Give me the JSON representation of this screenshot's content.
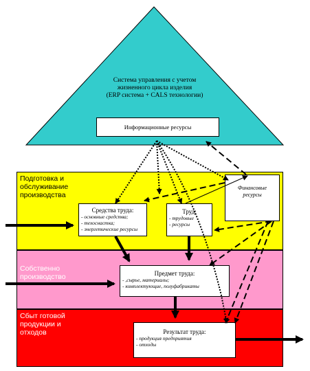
{
  "triangle": {
    "title": "Система управления с учетом\nжизненного цикла изделия\n(ERP система + CALS технологии)",
    "color": "#33CCCC"
  },
  "info_box": {
    "label": "Информационные ресурсы"
  },
  "bands": [
    {
      "label": "Подготовка и\nобслуживание\nпроизводства",
      "color": "#FFFF00",
      "label_color": "#000000"
    },
    {
      "label": "Собственно\nпроизводство",
      "color": "#FF99CC",
      "label_color": "#FFFFFF"
    },
    {
      "label": "Сбыт готовой\nпродукции и\nотходов",
      "color": "#FF0000",
      "label_color": "#FFFFFF"
    }
  ],
  "boxes": {
    "means": {
      "title": "Средства труда:",
      "items": [
        "основные средства;",
        "техоснастка;",
        "энергетические ресурсы"
      ]
    },
    "labor": {
      "title": "Труд:",
      "items": [
        "трудовые",
        "ресурсы"
      ]
    },
    "finance": {
      "title": "Финансовые\nресурсы"
    },
    "subject": {
      "title": "Предмет труда:",
      "items": [
        ",сырье, материалы;",
        "комплектующие, полуфабрикаты"
      ]
    },
    "result": {
      "title": "Результат труда:",
      "items": [
        "продукция предприятия",
        "отходы"
      ]
    }
  }
}
